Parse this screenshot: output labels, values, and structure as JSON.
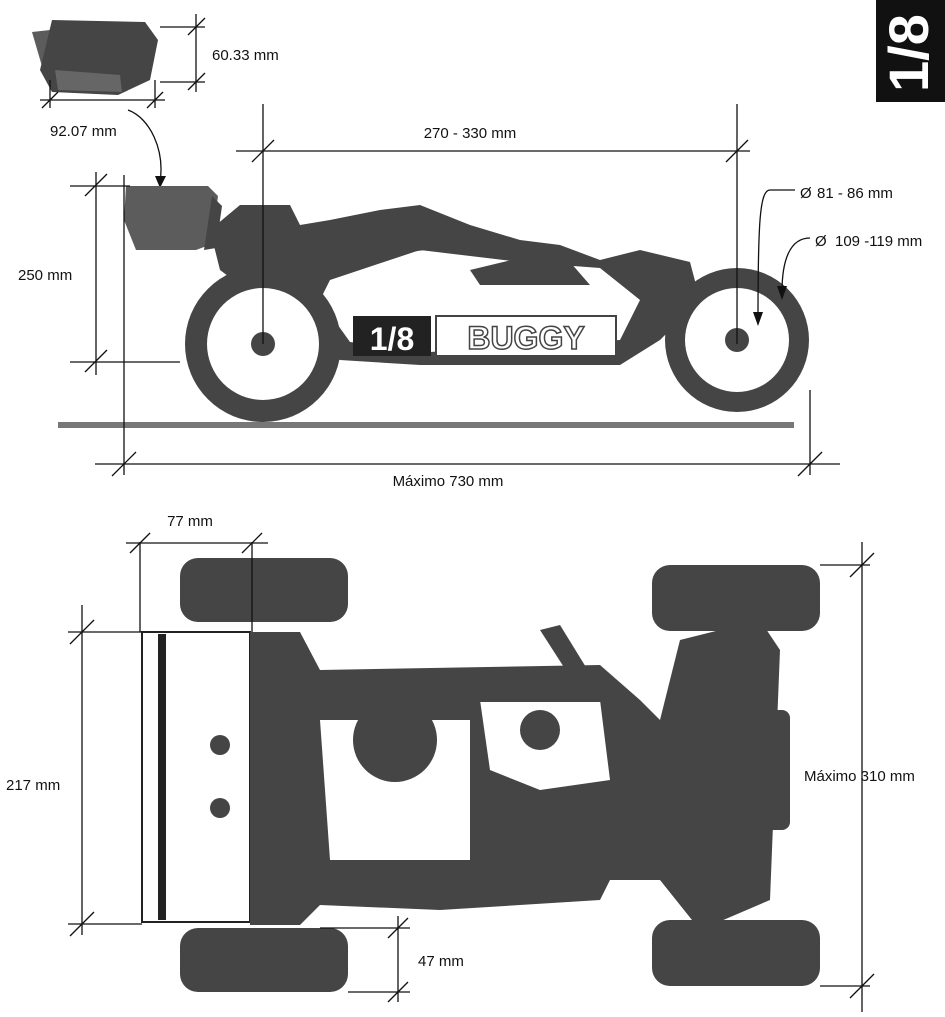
{
  "labels": {
    "wing_depth": "60.33 mm",
    "wing_width": "92.07 mm",
    "wheelbase": "270 - 330 mm",
    "wheel_diameter_inner": "81 - 86 mm",
    "wheel_diameter_outer": "109 -119 mm",
    "height": "250 mm",
    "max_length": "Máximo 730 mm",
    "overhang": "77 mm",
    "wing_span": "217 mm",
    "max_width": "Máximo 310 mm",
    "tire_width": "47 mm",
    "diameter_symbol": "Ø"
  },
  "badge": {
    "scale": "1/8",
    "type": "BUGGY"
  },
  "corner_badge": "1/8",
  "colors": {
    "body_dark": "#454545",
    "body_mid": "#5c5c5c",
    "ground": "#777777"
  }
}
